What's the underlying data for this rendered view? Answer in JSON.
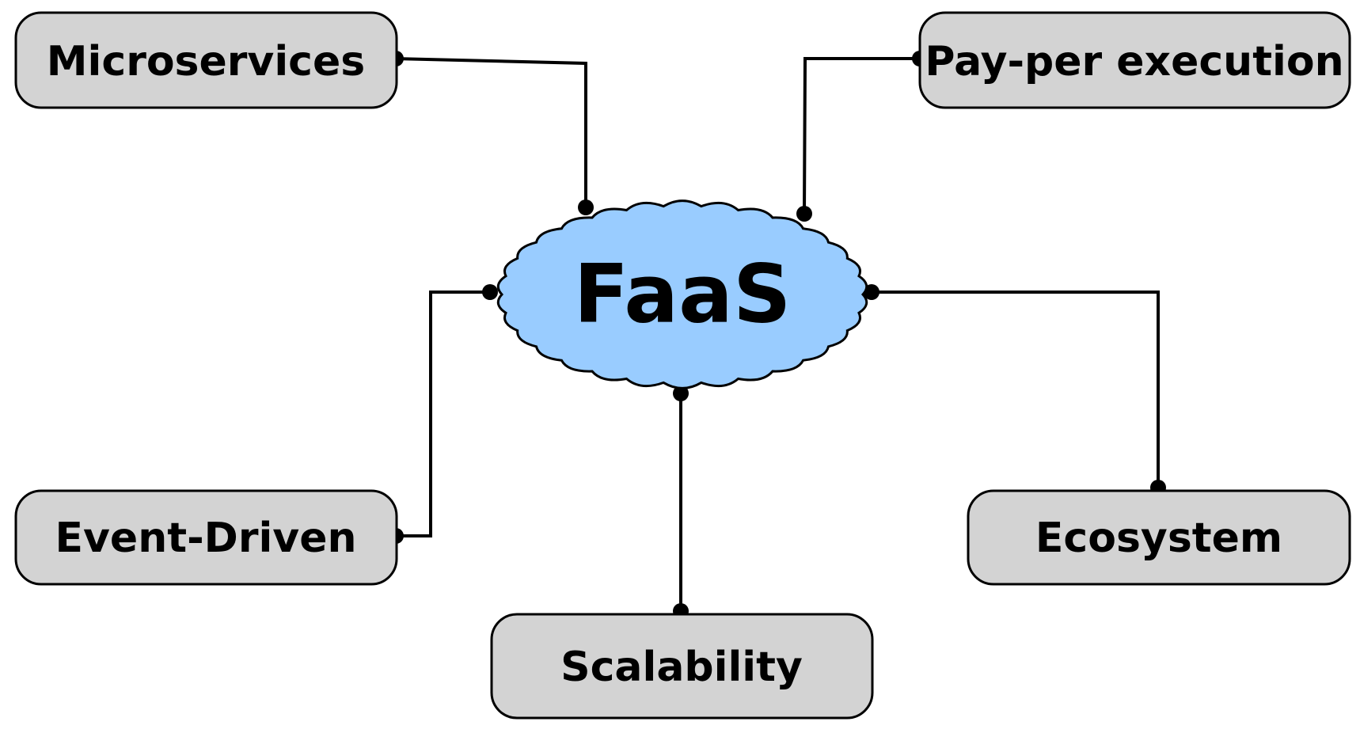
{
  "center": {
    "label": "FaaS",
    "shape": "cloud",
    "fill_color": "#99ccff"
  },
  "nodes": {
    "microservices": {
      "label": "Microservices"
    },
    "pay_per_execution": {
      "label": "Pay-per execution"
    },
    "event_driven": {
      "label": "Event-Driven"
    },
    "ecosystem": {
      "label": "Ecosystem"
    },
    "scalability": {
      "label": "Scalability"
    }
  },
  "colors": {
    "node_fill": "#d3d3d3",
    "line": "#000000",
    "text": "#000000"
  }
}
